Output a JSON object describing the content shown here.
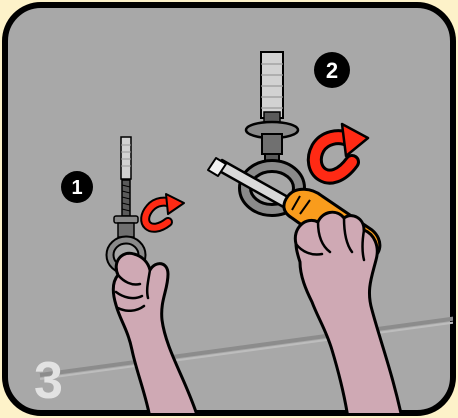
{
  "panel": {
    "number": "3"
  },
  "steps": [
    {
      "label": "1"
    },
    {
      "label": "2"
    }
  ],
  "colors": {
    "background": "#fdf2c9",
    "panel": "#a8a8a8",
    "outline": "#000000",
    "skin": "#cfa9b4",
    "arrow": "#ff2a14",
    "screwdriver_handle": "#f99c1c",
    "hook_metal": "#8a8a8a",
    "anchor": "#d2d2d2"
  },
  "icons": [
    "rotate-arrow-icon",
    "screwdriver-icon",
    "eye-hook-icon",
    "wall-anchor-icon",
    "hand-icon"
  ]
}
